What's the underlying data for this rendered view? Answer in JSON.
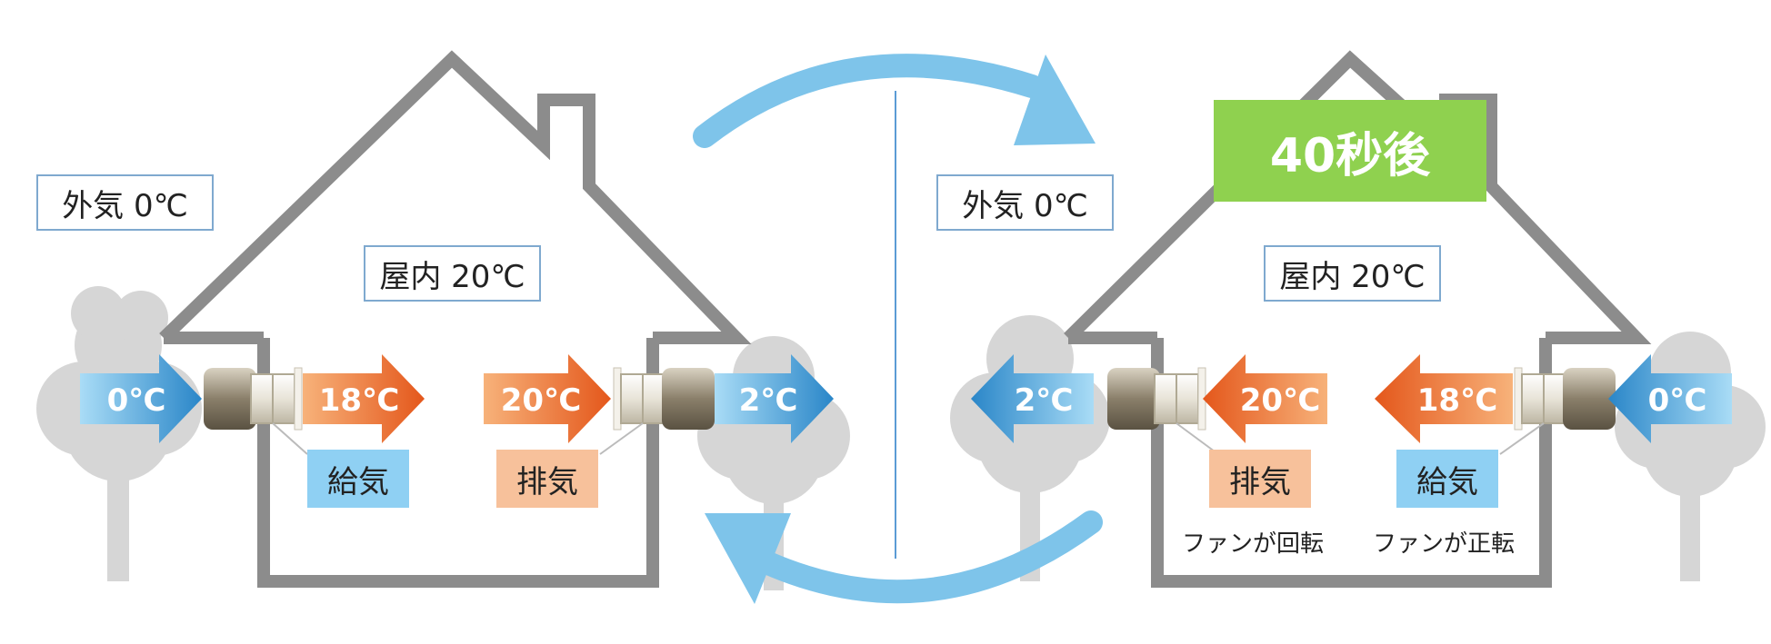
{
  "before": {
    "outside_label": "外気 0℃",
    "indoor_label": "屋内 20℃",
    "arrows": {
      "left_in": "0℃",
      "left_out": "18℃",
      "right_in": "20℃",
      "right_out": "2℃"
    },
    "tags": {
      "supply": "給気",
      "exhaust": "排気"
    }
  },
  "after": {
    "badge": "40秒後",
    "outside_label": "外気 0℃",
    "indoor_label": "屋内 20℃",
    "arrows": {
      "left_out": "2℃",
      "left_in": "20℃",
      "right_in": "18℃",
      "right_out": "0℃"
    },
    "tags": {
      "exhaust": "排気",
      "supply": "給気"
    },
    "captions": {
      "left": "ファンが回転",
      "right": "ファンが正転"
    }
  },
  "colors": {
    "cold_arrow": "#2b8fce",
    "warm_arrow": "#ec6a21",
    "house_outline": "#8c8c8c",
    "tree": "#d6d6d6",
    "cycle_arrow": "#7ec4ea",
    "badge": "#8fd14f"
  }
}
